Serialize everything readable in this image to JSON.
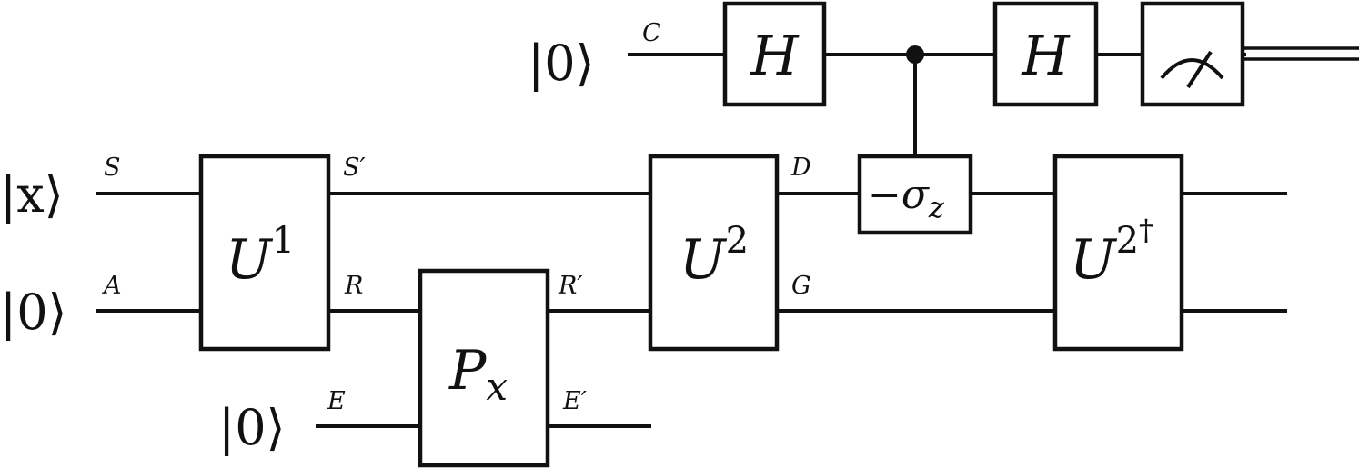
{
  "inputs": {
    "ancilla_c": "|0⟩",
    "register_s": "|x⟩",
    "register_a": "|0⟩",
    "register_e": "|0⟩"
  },
  "wire_labels": {
    "c": "C",
    "s": "S",
    "a": "A",
    "e": "E",
    "s_prime": "S′",
    "r": "R",
    "r_prime": "R′",
    "e_prime": "E′",
    "d": "D",
    "g": "G"
  },
  "gates": {
    "h1": {
      "base": "H"
    },
    "h2": {
      "base": "H"
    },
    "u1": {
      "base": "U",
      "sup": "1"
    },
    "px": {
      "base": "P",
      "sub": "x"
    },
    "u2": {
      "base": "U",
      "sup": "2"
    },
    "neg_sigma": {
      "minus": "−",
      "base": "σ",
      "sub": "z"
    },
    "u2_dagger": {
      "base": "U",
      "sup": "2",
      "sup2": "†"
    }
  }
}
